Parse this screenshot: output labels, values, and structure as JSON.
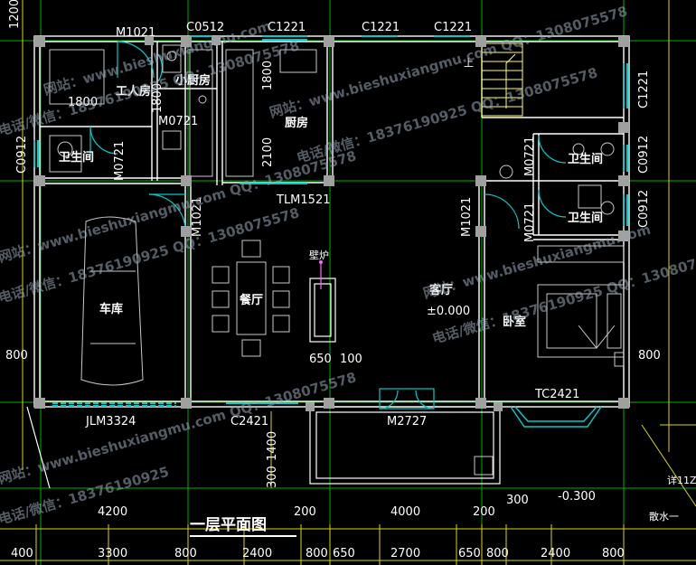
{
  "title": "一层平面图",
  "rooms": {
    "worker_room": "工人房",
    "small_kitchen": "小厨房",
    "kitchen": "厨房",
    "bath_left": "卫生间",
    "bath_right_top": "卫生间",
    "bath_right_bottom": "卫生间",
    "garage": "车库",
    "dining": "餐厅",
    "living": "客厅",
    "bedroom": "卧室",
    "fireplace": "壁炉",
    "up": "上"
  },
  "elevation": "±0.000",
  "outside_elevation": "-0.300",
  "tags": {
    "m1021_top": "M1021",
    "c0512": "C0512",
    "c1221_a": "C1221",
    "c1221_b": "C1221",
    "c1221_c": "C1221",
    "c1221_right": "C1221",
    "m0721_a": "M0721",
    "m0721_b": "M0721",
    "m0721_c": "M0721",
    "m0721_d": "M0721",
    "c0912_left": "C0912",
    "c0912_right_a": "C0912",
    "c0912_right_b": "C0912",
    "tlm1521": "TLM1521",
    "m1021_mid": "M1021",
    "m1021_right": "M1021",
    "tc2421": "TC2421",
    "jlm3324": "JLM3324",
    "c2421": "C2421",
    "m2727": "M2727",
    "scatter": "散水一",
    "code_right": "详11ZJ"
  },
  "dims": {
    "d1200_top": "1200",
    "d1800_a": "1800",
    "d1800_b": "1800",
    "d2100": "2100",
    "d800_left": "800",
    "d800_right": "800",
    "d650": "650",
    "d100": "100",
    "d1400": "1400",
    "d300_a": "300",
    "d300_b": "300",
    "d200_a": "200",
    "d200_b": "200",
    "d4200": "4200",
    "d4000": "4000",
    "d400": "400",
    "d3300": "3300",
    "d800_b1": "800",
    "d2400_a": "2400",
    "d800_b2": "800",
    "d650_b": "650",
    "d2700": "2700",
    "d650_c": "650",
    "d800_b3": "800",
    "d2400_b": "2400",
    "d800_b4": "800"
  },
  "watermarks": [
    "网站：www.bieshuxiangmu.com",
    "电话/微信：18376190925 QQ：1308075578",
    "网站：www.bieshuxiangmu.com  QQ：1308075578",
    "电话/微信：18376190925 QQ：1308075578",
    "网站：www.bieshuxiangmu.com  QQ：1308075578",
    "电话/微信：18376190925 QQ：1308075578",
    "网站：www.bieshuxiangmu.com",
    "电话/微信：18376190925 QQ：1308075578",
    "网站：www.bieshuxiangmu.com  QQ：1308075578",
    "电话/微信：18376190925"
  ],
  "colors": {
    "wall": "#ffffff",
    "column": "#a0a0a0",
    "grid": "#00ff00",
    "dimline": "#e6e600",
    "window": "#00cccc",
    "door": "#00cccc",
    "fixture": "#cccccc",
    "stair": "#ffff66",
    "fireplace": "#ff66ff"
  }
}
